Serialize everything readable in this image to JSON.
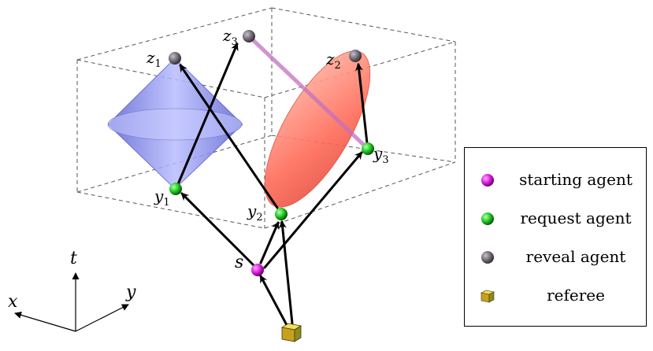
{
  "labels": {
    "z1": {
      "base": "z",
      "sub": "1"
    },
    "z2": {
      "base": "z",
      "sub": "2"
    },
    "z3": {
      "base": "z",
      "sub": "3"
    },
    "y1": {
      "base": "y",
      "sub": "1"
    },
    "y2": {
      "base": "y",
      "sub": "2"
    },
    "y3": {
      "base": "y",
      "sub": "3"
    },
    "s": "s"
  },
  "axes": {
    "t": "t",
    "x": "x",
    "y": "y"
  },
  "legend": {
    "items": [
      {
        "label": "starting agent",
        "icon": "magenta-sphere-icon",
        "color": "#e020e0"
      },
      {
        "label": "request agent",
        "icon": "green-sphere-icon",
        "color": "#22cc22"
      },
      {
        "label": "reveal agent",
        "icon": "gray-sphere-icon",
        "color": "#77707a"
      },
      {
        "label": "referee",
        "icon": "gold-cube-icon",
        "color": "#d8c020"
      }
    ]
  },
  "colors": {
    "cone": "#7a80ea",
    "ellipsoid": "#ff7a6a",
    "link": "#c070c0",
    "arrow": "#000000"
  }
}
